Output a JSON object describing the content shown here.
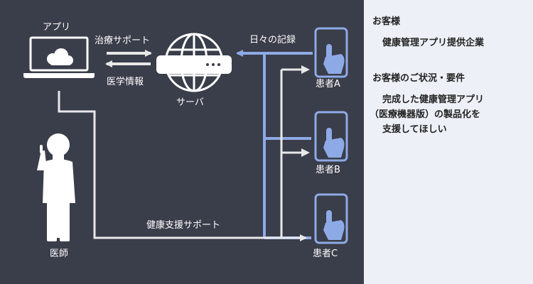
{
  "diagram": {
    "app_label": "アプリ",
    "server_label": "サーバ",
    "doctor_label": "医師",
    "arrow_treatment_support": "治療サポート",
    "arrow_medical_info": "医学情報",
    "arrow_daily_records": "日々の記録",
    "arrow_health_support": "健康支援サポート",
    "patients": [
      {
        "label": "患者A"
      },
      {
        "label": "患者B"
      },
      {
        "label": "患者C"
      }
    ],
    "colors": {
      "background": "#3a3d4a",
      "blue_line": "#8eaae6",
      "white_line": "#e8e8e8",
      "icon": "#ffffff"
    }
  },
  "panel": {
    "customer_heading": "お客様",
    "customer_value": "健康管理アプリ提供企業",
    "situation_heading": "お客様のご状況・要件",
    "situation_lines": [
      "完成した健康管理アプリ",
      "（医療機器版）の製品化を",
      "支援してほしい"
    ],
    "colors": {
      "background": "#edf1f7",
      "text": "#222222"
    }
  }
}
